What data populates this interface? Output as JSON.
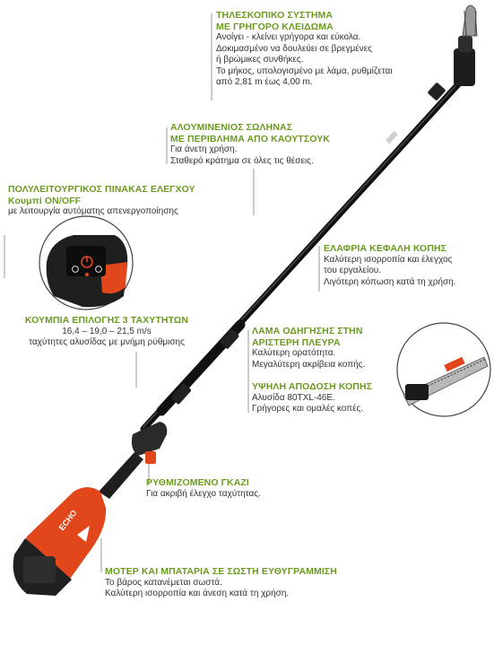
{
  "colors": {
    "heading": "#6a9a1f",
    "body_text": "#333333",
    "leader_line": "#9a9a9a",
    "pole": "#1b1b1b",
    "housing_orange": "#e2461b",
    "housing_dark": "#2b2b2b"
  },
  "callouts": {
    "telescopic": {
      "title1": "ΤΗΛΕΣΚΟΠΙΚΟ ΣΥΣΤΗΜΑ",
      "title2": "ΜΕ ΓΡΗΓΟΡΟ ΚΛΕΙΔΩΜΑ",
      "line1": "Ανοίγει - κλείνει γρήγορα και εύκολα.",
      "line2": "Δοκιμασμένο να δουλεύει σε βρεγμένες",
      "line3": "ή βρώμικες συνθήκες.",
      "line4": "Το μήκος, υπολογισμένο με λάμα, ρυθμίζεται",
      "line5": "από 2,81 m έως 4,00 m."
    },
    "aluminium": {
      "title1": "ΑΛΟΥΜΙΝΕΝΙΟΣ ΣΩΛΗΝΑΣ",
      "title2": "ΜΕ ΠΕΡΙΒΛΗΜΑ ΑΠΟ ΚΑΟΥΤΣΟΥΚ",
      "line1": "Για άνετη χρήση.",
      "line2": "Σταθερό κράτημα σε όλες τις θέσεις."
    },
    "control_panel": {
      "title1": "ΠΟΛΥΛΕΙΤΟΥΡΓΙΚΟΣ ΠΙΝΑΚΑΣ ΕΛΕΓΧΟΥ",
      "title2": "Κουμπί ON/OFF",
      "line1": "με λειτουργία αυτόματης απενεργοποίησης"
    },
    "speed_buttons": {
      "title1": "ΚΟΥΜΠΙΑ ΕΠΙΛΟΓΗΣ 3 ΤΑΧΥΤΗΤΩΝ",
      "line1": "16,4 – 19,0 – 21,5 m/s",
      "line2": "ταχύτητες αλυσίδας με μνήμη ρύθμισης"
    },
    "light_head": {
      "title1": "ΕΛΑΦΡΙΑ ΚΕΦΑΛΗ ΚΟΠΗΣ",
      "line1": "Καλύτερη ισορροπία και έλεγχος",
      "line2": "του εργαλείου.",
      "line3": "Λιγότερη κόπωση κατά τη χρήση."
    },
    "bar_guide": {
      "title1": "ΛΑΜΑ ΟΔΗΓΗΣΗΣ ΣΤΗΝ",
      "title2": "ΑΡΙΣΤΕΡΗ ΠΛΕΥΡΑ",
      "line1": "Καλύτερη ορατότητα.",
      "line2": "Μεγαλύτερη ακρίβεια κοπής."
    },
    "cutting_perf": {
      "title1": "ΥΨΗΛΗ ΑΠΟΔΟΣΗ ΚΟΠΗΣ",
      "line1": "Αλυσίδα 80TXL-46E.",
      "line2": "Γρήγορες και ομαλές κοπές."
    },
    "throttle": {
      "title1": "ΡΥΘΜΙΖΟΜΕΝΟ ΓΚΑΖΙ",
      "line1": "Για ακριβή έλεγχο ταχύτητας."
    },
    "motor_battery": {
      "title1": "ΜΟΤΕΡ ΚΑΙ ΜΠΑΤΑΡΙΑ ΣΕ ΣΩΣΤΗ ΕΥΘΥΓΡΑΜΜΙΣΗ",
      "line1": "Το βάρος κατανέμεται σωστά.",
      "line2": "Καλύτερη ισορροπία και άνεση κατά τη χρήση."
    }
  },
  "product_marks": {
    "brand_logo": "ECHO"
  }
}
